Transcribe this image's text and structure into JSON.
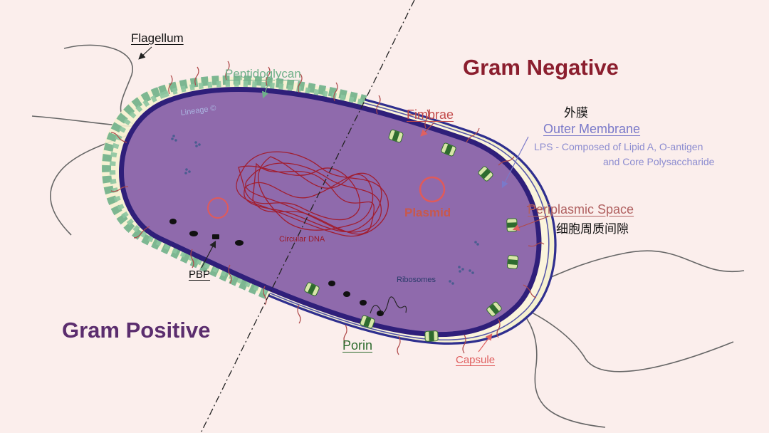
{
  "titles": {
    "gram_negative": "Gram Negative",
    "gram_positive": "Gram Positive"
  },
  "labels": {
    "flagellum": "Flagellum",
    "peptidoglycan": "Peptidoglycan",
    "fimbrae": "Fimbrae",
    "outer_membrane_cn": "外膜",
    "outer_membrane": "Outer Membrane",
    "lps_line1": "LPS - Composed of Lipid A, O-antigen",
    "lps_line2": "and Core Polysaccharide",
    "periplasmic_space": "Periplasmic Space",
    "periplasmic_space_cn": "细胞周质间隙",
    "plasmid": "Plasmid",
    "circular_dna": "Circular DNA",
    "ribosomes": "Ribosomes",
    "pbp": "PBP",
    "porin": "Porin",
    "capsule": "Capsule",
    "watermark": "Lineage ©"
  },
  "colors": {
    "background": "#fbeeec",
    "gram_negative": "#8b1e2e",
    "gram_positive": "#5b2d6e",
    "cytoplasm": "#8f6aac",
    "membrane": "#2f1f7a",
    "peptidoglycan": "#6fb089",
    "fimbrae": "#b04a4a",
    "outer_membrane_label": "#7a79c9",
    "porin": "#2e6b2e",
    "capsule": "#e06060"
  }
}
